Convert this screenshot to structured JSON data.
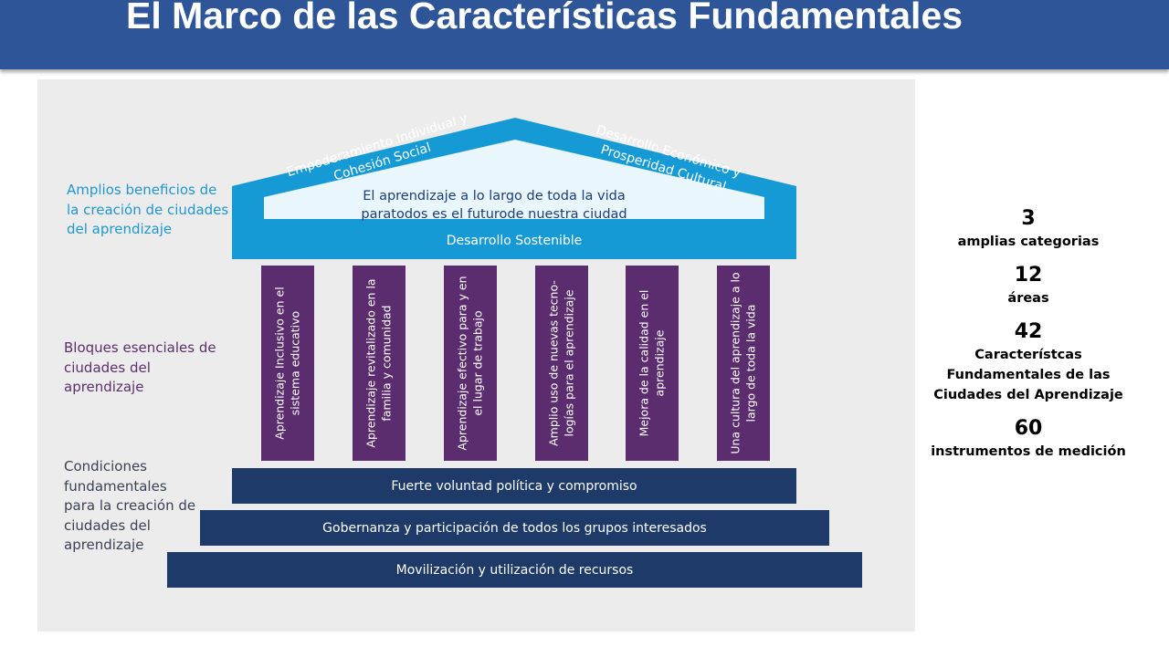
{
  "slide": {
    "title": "El Marco de las Características Fundamentales"
  },
  "diagram": {
    "labels": {
      "benefits": "Amplios beneficios de la creación de ciudades del aprendizaje",
      "blocks": "Bloques esenciales de ciudades del aprendizaje",
      "conditions": "Condiciones fundamentales para la creación de ciudades del aprendizaje"
    },
    "roof": {
      "left": "Empoderamiento Individual y Cohesión Social",
      "right": "Desarrollo Económico y Prosperidad Cultural",
      "center_line1": "El aprendizaje a lo largo de toda la vida",
      "center_line2": "paratodos es el futurode nuestra ciudad"
    },
    "beam": "Desarrollo Sostenible",
    "pillars": [
      "Aprendizaje Inclusivo en el sistema educativo",
      "Aprendizaje revitalizado en la familia y comunidad",
      "Aprendizaje efectivo para y en el lugar de trabajo",
      "Amplio uso de nuevas tecno-logías para el aprendizaje",
      "Mejora de la calidad en el aprendizaje",
      "Una cultura del aprendizaje a lo largo de toda la vida"
    ],
    "foundation": [
      "Fuerte voluntad política y compromiso",
      "Gobernanza y participación de todos los grupos interesados",
      "Movilización y utilización de recursos"
    ],
    "colors": {
      "roof": "#169ad6",
      "pillars": "#5b2d6e",
      "foundation": "#1e3a68",
      "header": "#2e5597"
    }
  },
  "stats": [
    {
      "number": "3",
      "label": "amplias categorias"
    },
    {
      "number": "12",
      "label": "áreas"
    },
    {
      "number": "42",
      "label": "Característcas Fundamentales de las Ciudades del Aprendizaje"
    },
    {
      "number": "60",
      "label": "instrumentos de medición"
    }
  ]
}
